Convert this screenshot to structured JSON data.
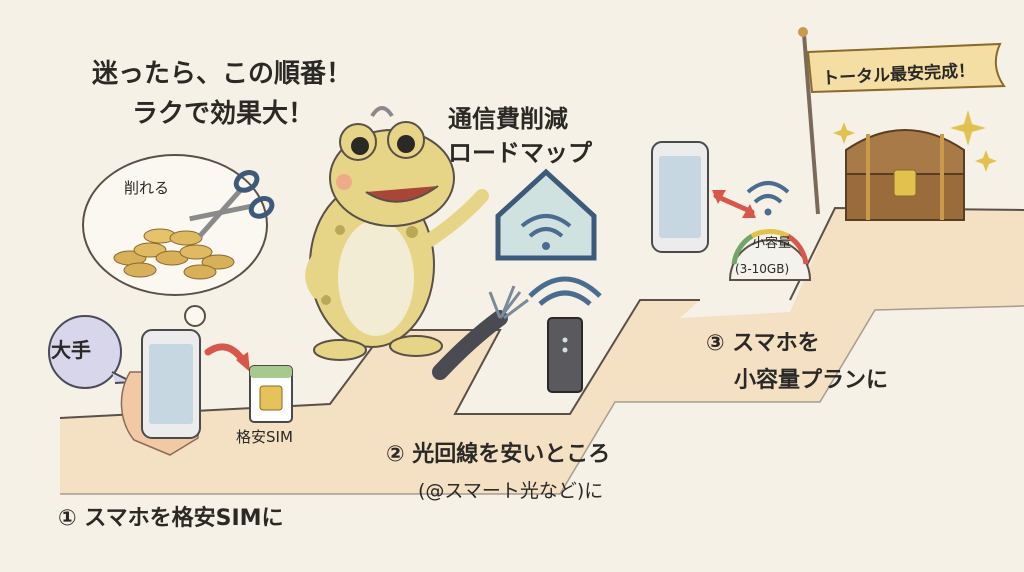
{
  "headline": {
    "line1": "迷ったら、この順番！",
    "line2": "ラクで効果大！"
  },
  "roadmap": {
    "line1": "通信費削減",
    "line2": "ロードマップ"
  },
  "banner": "トータル最安完成！",
  "thought_bubble": {
    "label": "削れる"
  },
  "carrier_bubble": "大手",
  "sim_label": "格安SIM",
  "steps": [
    {
      "text": "① スマホを格安SIMに"
    },
    {
      "text": "② 光回線を安いところ",
      "subtext": "(@スマート光など)に"
    },
    {
      "text": "③ スマホを",
      "subtext": "小容量プランに"
    }
  ],
  "gauge": {
    "label": "小容量",
    "range": "(3-10GB)"
  },
  "colors": {
    "background": "#f6f1e6",
    "path": "#f3d4a7",
    "accent_red": "#d9574a",
    "wifi_blue": "#4a6d8f",
    "frog": "#e6d586"
  }
}
